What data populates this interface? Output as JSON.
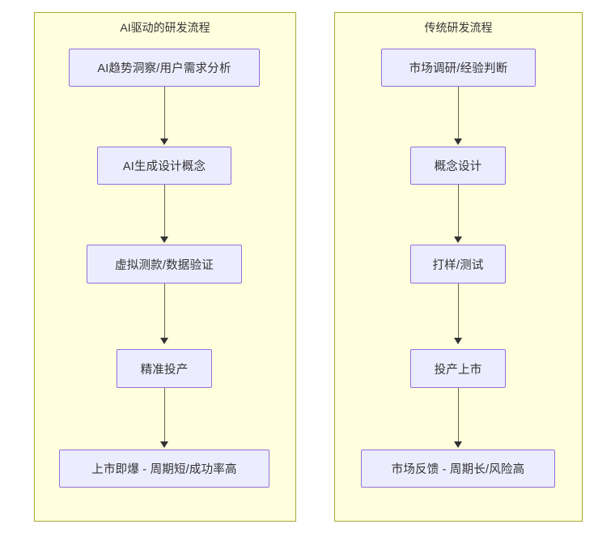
{
  "diagram": {
    "type": "flowchart",
    "direction": "top-to-bottom",
    "orientation": "two parallel vertical flows side by side",
    "colors": {
      "subgraph_fill": "#ffffde",
      "subgraph_border": "#aaaa33",
      "node_fill": "#ececff",
      "node_border": "#9370db",
      "edge_line": "#666655",
      "arrowhead": "#333333",
      "text": "#333333",
      "page_background": "#ffffff"
    }
  },
  "subgraphs": [
    {
      "id": "ai-flow",
      "title": "AI驱动的研发流程",
      "nodes": [
        {
          "id": "ai-1",
          "label": "AI趋势洞察/用户需求分析"
        },
        {
          "id": "ai-2",
          "label": "AI生成设计概念"
        },
        {
          "id": "ai-3",
          "label": "虚拟测款/数据验证"
        },
        {
          "id": "ai-4",
          "label": "精准投产"
        },
        {
          "id": "ai-5",
          "label": "上市即爆 - 周期短/成功率高"
        }
      ],
      "edges": [
        {
          "from": "ai-1",
          "to": "ai-2",
          "label": ""
        },
        {
          "from": "ai-2",
          "to": "ai-3",
          "label": ""
        },
        {
          "from": "ai-3",
          "to": "ai-4",
          "label": ""
        },
        {
          "from": "ai-4",
          "to": "ai-5",
          "label": ""
        }
      ]
    },
    {
      "id": "traditional-flow",
      "title": "传统研发流程",
      "nodes": [
        {
          "id": "tr-1",
          "label": "市场调研/经验判断"
        },
        {
          "id": "tr-2",
          "label": "概念设计"
        },
        {
          "id": "tr-3",
          "label": "打样/测试"
        },
        {
          "id": "tr-4",
          "label": "投产上市"
        },
        {
          "id": "tr-5",
          "label": "市场反馈 - 周期长/风险高"
        }
      ],
      "edges": [
        {
          "from": "tr-1",
          "to": "tr-2",
          "label": ""
        },
        {
          "from": "tr-2",
          "to": "tr-3",
          "label": ""
        },
        {
          "from": "tr-3",
          "to": "tr-4",
          "label": ""
        },
        {
          "from": "tr-4",
          "to": "tr-5",
          "label": ""
        }
      ]
    }
  ]
}
